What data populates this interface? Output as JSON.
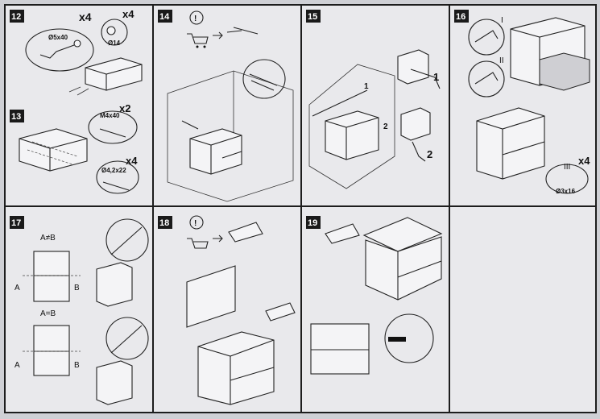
{
  "steps": [
    {
      "number": "12",
      "labels": {
        "screw_size": "Ø5x40",
        "screw_qty": "x4",
        "dowel_qty": "x4",
        "dowel_size": "Ø14"
      }
    },
    {
      "number": "13",
      "labels": {
        "screw_size": "M4x40",
        "screw_qty": "x2",
        "screw2_qty": "x4",
        "screw2_size": "Ø4,2x22"
      }
    },
    {
      "number": "14",
      "labels": {}
    },
    {
      "number": "15",
      "labels": {
        "arrow1": "1",
        "arrow2": "2",
        "arrow2b": "2",
        "arrow1b": "1"
      }
    },
    {
      "number": "16",
      "labels": {
        "roman1": "I",
        "roman2": "II",
        "roman3": "III",
        "screw_qty": "x4",
        "screw_size": "Ø3x16"
      }
    },
    {
      "number": "17",
      "labels": {
        "neq": "A≠B",
        "eq": "A=B",
        "a1": "A",
        "b1": "B",
        "a2": "A",
        "b2": "B"
      }
    },
    {
      "number": "18",
      "labels": {}
    },
    {
      "number": "19",
      "labels": {}
    }
  ]
}
